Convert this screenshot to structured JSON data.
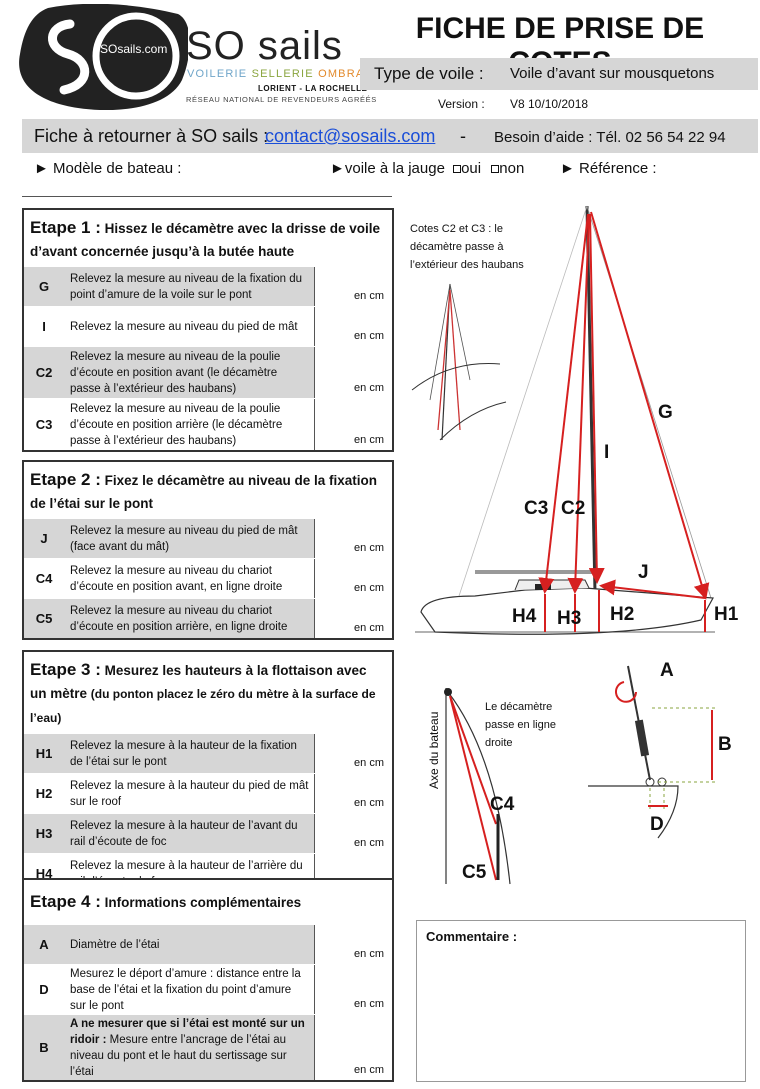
{
  "header": {
    "brand": "SO sails",
    "url": "SOsails.com",
    "tagline": [
      "VOILERIE",
      "SELLERIE",
      "OMBRAGE"
    ],
    "locations": "LORIENT - LA ROCHELLE",
    "network": "RÉSEAU NATIONAL DE REVENDEURS AGRÉÉS",
    "title": "FICHE DE PRISE DE COTES",
    "type_label": "Type de voile :",
    "type_value": "Voile d’avant sur mousquetons",
    "version_label": "Version :",
    "version_value": "V8 10/10/2018",
    "colors": {
      "blue": "#6fa5c9",
      "green": "#8aa53f",
      "orange": "#e2892b",
      "link": "#1a4ed8"
    }
  },
  "contact": {
    "text": "Fiche à retourner à SO sails :",
    "email": "contact@sosails.com",
    "dash": "-",
    "help": "Besoin d’aide : Tél. 02 56 54 22 94"
  },
  "meta": {
    "model": "► Modèle de bateau :",
    "gauge": "►voile à la jauge",
    "oui": "oui",
    "non": "non",
    "reference": "► Référence :"
  },
  "unit": "en cm",
  "steps": [
    {
      "prefix": "Etape 1 :",
      "title": "Hissez le décamètre avec la drisse de voile d’avant concernée jusqu’à la butée haute",
      "rows": [
        {
          "code": "G",
          "desc": "Relevez  la mesure au niveau de la fixation du point d’amure de la voile sur le  pont"
        },
        {
          "code": "I",
          "desc": "Relevez  la mesure au niveau du pied de mât"
        },
        {
          "code": "C2",
          "desc": "Relevez  la mesure au niveau de la poulie d’écoute en position avant (le décamètre passe à l’extérieur des haubans)"
        },
        {
          "code": "C3",
          "desc": "Relevez  la mesure au niveau de la poulie d’écoute en position arrière (le décamètre passe à l’extérieur des haubans)"
        }
      ]
    },
    {
      "prefix": "Etape 2 :",
      "title": "Fixez le décamètre au niveau de la fixation de l’étai sur le pont",
      "rows": [
        {
          "code": "J",
          "desc": "Relevez  la mesure au niveau du pied de mât (face avant du mât)"
        },
        {
          "code": "C4",
          "desc": "Relevez  la mesure au niveau du chariot d’écoute en position avant, en ligne droite"
        },
        {
          "code": "C5",
          "desc": "Relevez  la mesure au niveau du chariot d’écoute en position arrière, en ligne droite"
        }
      ]
    },
    {
      "prefix": "Etape 3 :",
      "title": "Mesurez les hauteurs à la flottaison avec un mètre",
      "note": "(du ponton placez le zéro du mètre à la surface de l’eau)",
      "rows": [
        {
          "code": "H1",
          "desc": "Relevez  la mesure à la hauteur de la fixation de l’étai sur le pont"
        },
        {
          "code": "H2",
          "desc": "Relevez  la mesure à la hauteur du pied de mât sur le roof"
        },
        {
          "code": "H3",
          "desc": "Relevez  la mesure à la hauteur de l’avant du rail d’écoute de foc"
        },
        {
          "code": "H4",
          "desc": "Relevez  la mesure à la hauteur de l’arrière du rail d’écoute de foc"
        }
      ]
    },
    {
      "prefix": "Etape 4 :",
      "title": "Informations complémentaires",
      "rows": [
        {
          "code": "A",
          "desc": "Diamètre de l’étai"
        },
        {
          "code": "D",
          "desc": "Mesurez le déport d’amure : distance entre la base de l’étai et la fixation du point d’amure sur le pont"
        },
        {
          "code": "B",
          "desc_bold": "A ne mesurer que si l’étai est monté sur un ridoir :",
          "desc": " Mesure entre l’ancrage de l’étai au niveau du pont et le haut du sertissage sur l’étai"
        }
      ]
    }
  ],
  "comment_label": "Commentaire :",
  "diagram": {
    "inset_note": [
      "Cotes C2 et C3 : le",
      "décamètre passe à",
      "l’extérieur des haubans"
    ],
    "boat_labels": [
      "G",
      "I",
      "C3",
      "C2",
      "J",
      "H4",
      "H3",
      "H2",
      "H1"
    ],
    "axis_label": "Axe du bateau",
    "straight_note": [
      "Le décamètre",
      "passe en ligne",
      "droite"
    ],
    "track_labels": [
      "C4",
      "C5"
    ],
    "fitting_labels": [
      "A",
      "B",
      "D"
    ],
    "arrow_color": "#d62020"
  }
}
